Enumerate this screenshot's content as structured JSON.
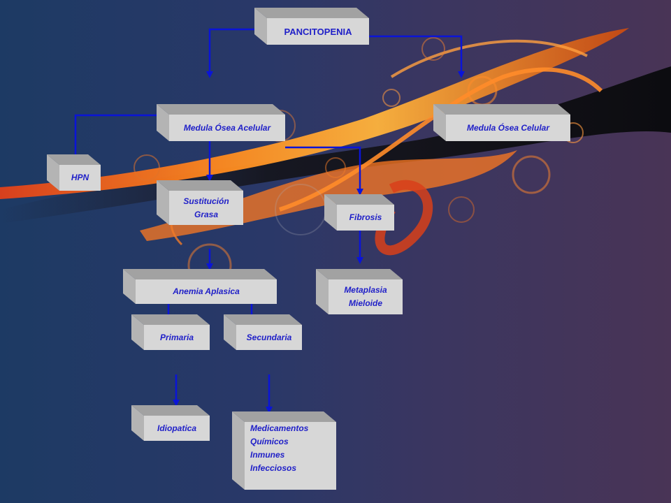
{
  "colors": {
    "connector": "#0a14d8",
    "box_text": "#2020c8",
    "box_face": "#d7d7d7",
    "box_top": "#a2a2a2",
    "box_side": "#b4b4b4"
  },
  "nodes": {
    "pancitopenia": "PANCITOPENIA",
    "acelular": "Medula Ósea Acelular",
    "celular": "Medula Ósea Celular",
    "hpn": "HPN",
    "sustitucion": [
      "Sustitución",
      "Grasa"
    ],
    "fibrosis": "Fibrosis",
    "anemia": "Anemia Aplasica",
    "metaplasia": [
      "Metaplasia",
      "Mieloide"
    ],
    "primaria": "Primaria",
    "secundaria": "Secundaria",
    "idiopatica": "Idiopatica",
    "medicamentos": [
      "Medicamentos",
      "Químicos",
      "Inmunes",
      "Infecciosos"
    ]
  }
}
